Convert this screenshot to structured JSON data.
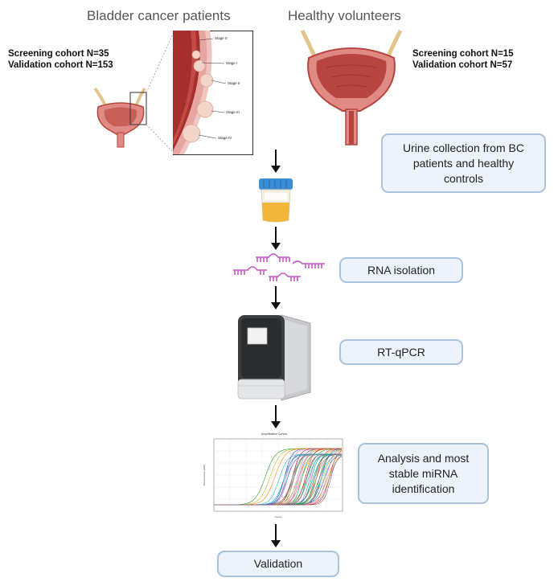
{
  "groups": {
    "patients": {
      "title": "Bladder cancer patients",
      "screening": "Screening cohort  N=35",
      "validation": "Validation cohort N=153"
    },
    "controls": {
      "title": "Healthy volunteers",
      "screening": "Screening cohort  N=15",
      "validation": "Validation cohort N=57"
    }
  },
  "tumor_stages": [
    "Stage 0",
    "Stage I",
    "Stage II",
    "Stage III",
    "Stage IV"
  ],
  "steps": {
    "urine": [
      "Urine collection from BC",
      "patients and healthy",
      "controls"
    ],
    "rna": "RNA isolation",
    "pcr": "RT-qPCR",
    "analysis": [
      "Analysis and most",
      "stable miRNA",
      "identification"
    ],
    "validation": "Validation"
  },
  "plot": {
    "title": "Amplification Curves",
    "xlabel": "Cycles",
    "ylabel": "Fluorescence (dRn)"
  },
  "colors": {
    "box_border": "#a9c2dd",
    "box_fill": "#edf3fa",
    "bladder_red": "#b8443f",
    "bladder_pink": "#e08a84",
    "ureter_tan": "#e2c58a",
    "rna_magenta": "#c952c9",
    "urine_cap": "#3a8ed6",
    "urine_fill": "#f2b73a"
  },
  "icons": [
    "bladder-icon",
    "tumor-zoom-icon",
    "urine-cup-icon",
    "rna-icon",
    "qpcr-machine-icon",
    "amplification-plot-icon",
    "down-arrow-icon"
  ]
}
